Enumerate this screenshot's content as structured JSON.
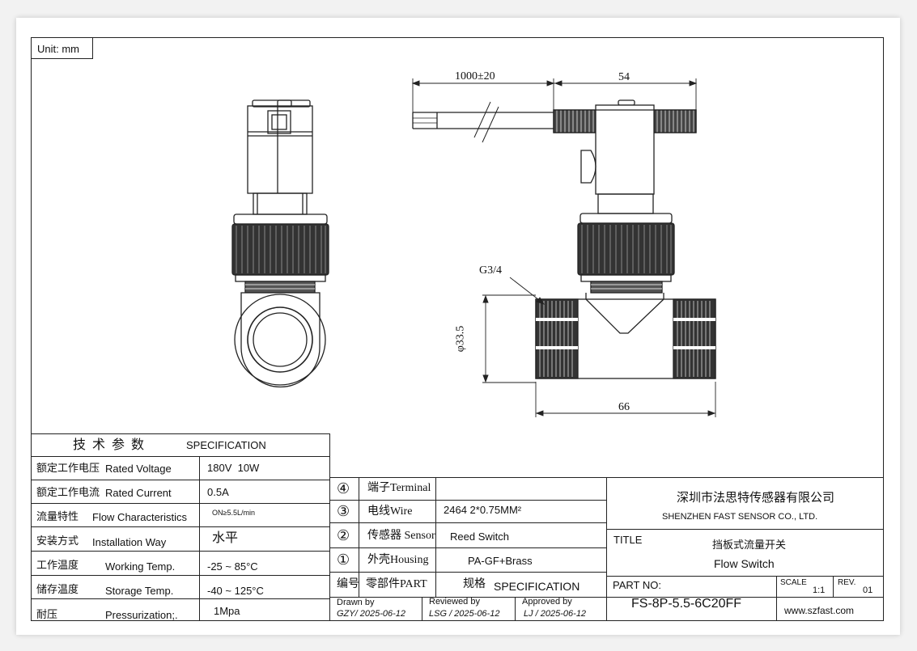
{
  "unit_label": "Unit: mm",
  "dimensions": {
    "cable_length": "1000±20",
    "body_length": "54",
    "thread": "G3/4",
    "diameter": "φ33.5",
    "pipe_length": "66"
  },
  "spec": {
    "header_cn": "技  术  参  数",
    "header_en": "SPECIFICATION",
    "rows": [
      {
        "cn": "额定工作电压",
        "en": "Rated Voltage",
        "value": "180V  10W"
      },
      {
        "cn": "额定工作电流",
        "en": "Rated Current",
        "value": "0.5A"
      },
      {
        "cn": "流量特性",
        "en": "Flow Characteristics",
        "value": "ON≥5.5L/min"
      },
      {
        "cn": "安装方式",
        "en": "Installation Way",
        "value": "水平"
      },
      {
        "cn": "工作温度",
        "en": "Working Temp.",
        "value": "-25 ~ 85°C"
      },
      {
        "cn": "储存温度",
        "en": "Storage Temp.",
        "value": "-40 ~ 125°C"
      },
      {
        "cn": "耐压",
        "en": "Pressurization;.",
        "value": "1Mpa"
      }
    ]
  },
  "parts": {
    "rows": [
      {
        "num": "④",
        "part": "端子Terminal",
        "spec": ""
      },
      {
        "num": "③",
        "part": "电线Wire",
        "spec": "2464 2*0.75MM²"
      },
      {
        "num": "②",
        "part": "传感器 Sensor",
        "spec": "Reed Switch"
      },
      {
        "num": "①",
        "part": "外壳Housing",
        "spec": "PA-GF+Brass"
      }
    ],
    "header_num": "编号",
    "header_part": "零部件PART",
    "header_spec_cn": "规格",
    "header_spec_en": "SPECIFICATION"
  },
  "signoff": [
    {
      "label": "Drawn by",
      "value": "GZY/ 2025-06-12"
    },
    {
      "label": "Reviewed by",
      "value": "LSG / 2025-06-12"
    },
    {
      "label": "Approved by",
      "value": "LJ / 2025-06-12"
    }
  ],
  "title_block": {
    "company_cn": "深圳市法思特传感器有限公司",
    "company_en": "SHENZHEN FAST SENSOR CO., LTD.",
    "title_label": "TITLE",
    "title_cn": "挡板式流量开关",
    "title_en": "Flow Switch",
    "part_no_label": "PART NO:",
    "part_no": "FS-8P-5.5-6C20FF",
    "scale_label": "SCALE",
    "scale": "1:1",
    "rev_label": "REV.",
    "rev": "01",
    "website": "www.szfast.com"
  }
}
